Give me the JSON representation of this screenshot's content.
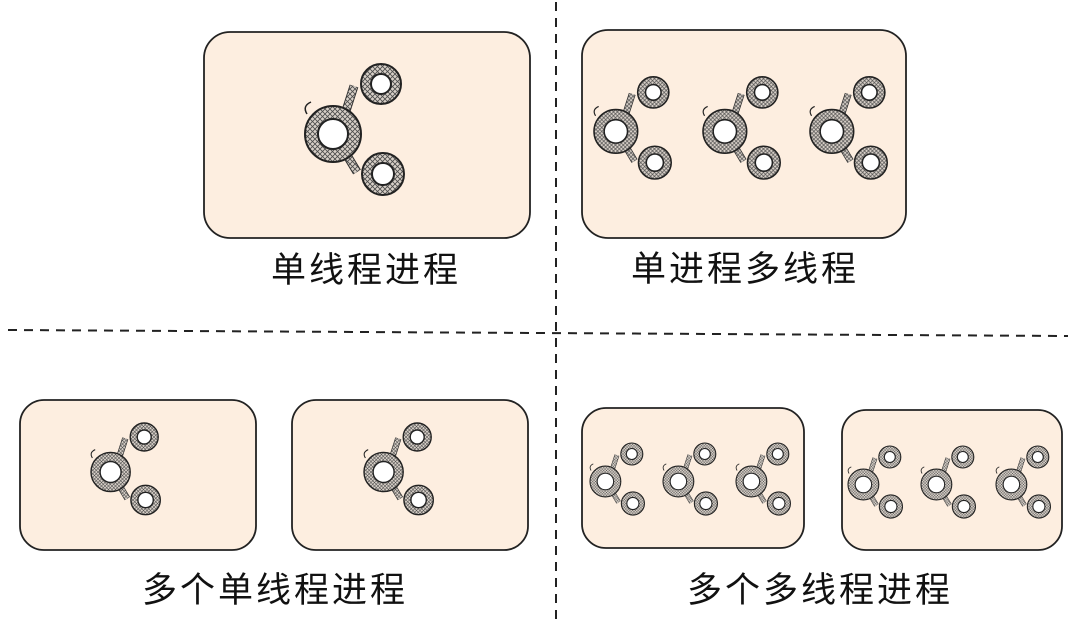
{
  "panels": {
    "single_thread_process": {
      "label": "单线程进程"
    },
    "single_process_multi_thread": {
      "label": "单进程多线程"
    },
    "multi_single_thread_process": {
      "label": "多个单线程进程"
    },
    "multi_multi_thread_process": {
      "label": "多个多线程进程"
    }
  },
  "colors": {
    "box_fill": "#fdeee0",
    "stroke": "#222222",
    "hatch": "#555555",
    "background": "#ffffff"
  },
  "icons": {
    "thread": "share-network-icon"
  }
}
